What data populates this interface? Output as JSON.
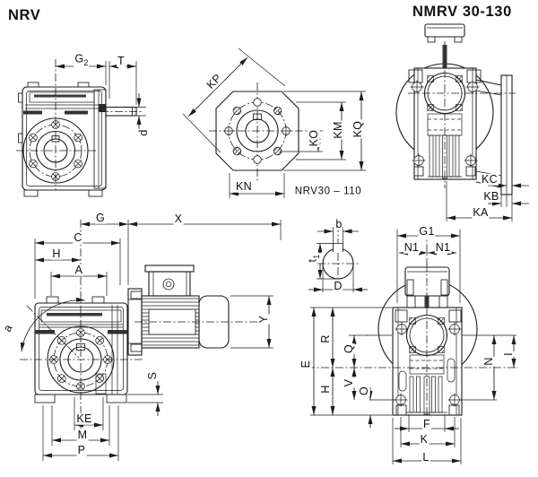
{
  "titles": {
    "nrv": "NRV",
    "nmrv": "NMRV 30-130"
  },
  "views": {
    "nrv_front": {
      "dims": {
        "g2": {
          "base": "G",
          "sub": "2"
        },
        "t": "T",
        "d": "d"
      }
    },
    "output_flange": {
      "caption": "NRV30 – 110",
      "dims": {
        "kp": "KP",
        "ko": "KO",
        "km": "KM",
        "kq": "KQ",
        "kn": "KN"
      }
    },
    "nmrv_side": {
      "dims": {
        "kc": "KC",
        "kb": "KB",
        "ka": "KA"
      }
    },
    "gearmotor_side": {
      "dims": {
        "g": "G",
        "x": "X",
        "c": "C",
        "h": "H",
        "a_upper": "A",
        "angle": "a",
        "y": "Y",
        "s": "S",
        "ke": "KE",
        "m": "M",
        "p": "P"
      }
    },
    "shaft_section": {
      "dims": {
        "b": "b",
        "t1": {
          "base": "t",
          "sub": "1"
        },
        "d_major": "D"
      }
    },
    "nmrv_front": {
      "dims": {
        "g1": "G1",
        "n1_left": "N1",
        "n1_right": "N1",
        "e": "E",
        "r": "R",
        "h": "H",
        "q": "Q",
        "v": "V",
        "o": "O",
        "n": "N",
        "i": "I",
        "f": "F",
        "k": "K",
        "l": "L"
      }
    }
  }
}
